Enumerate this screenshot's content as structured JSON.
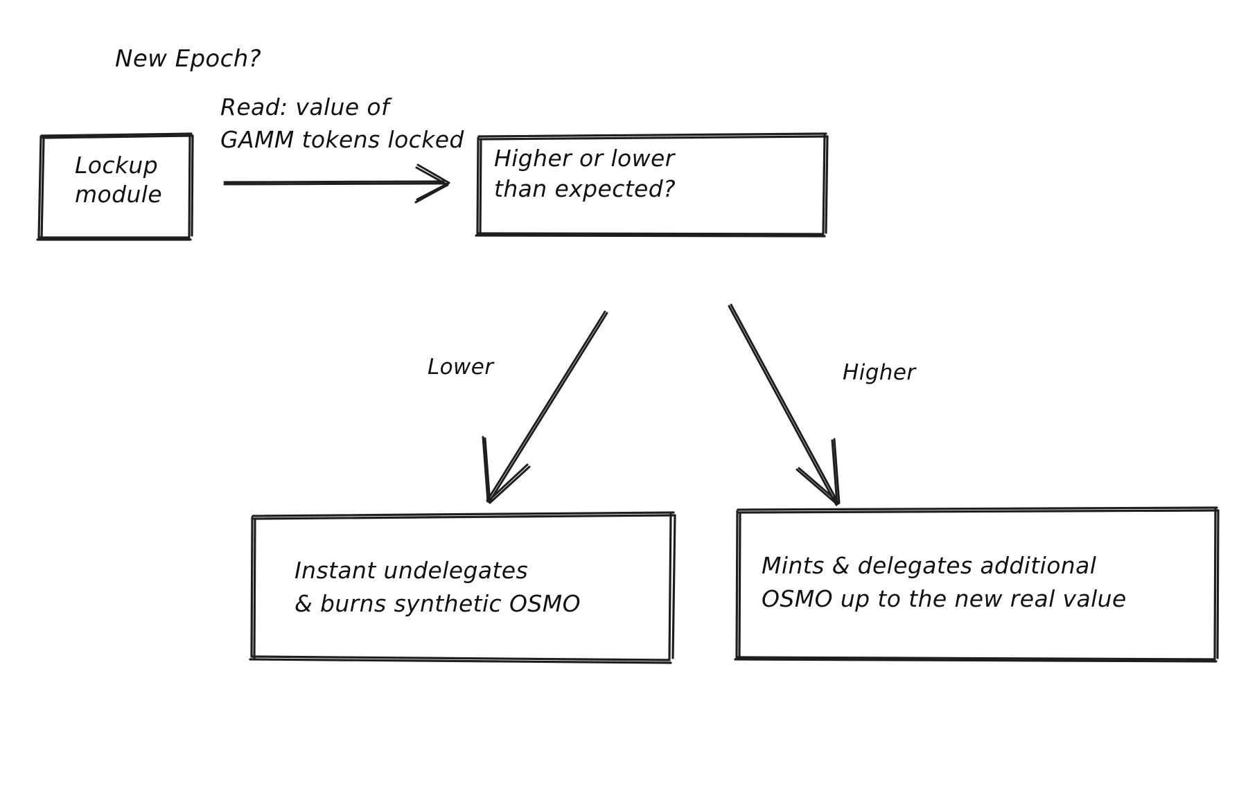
{
  "diagram": {
    "type": "flowchart",
    "style": "hand-drawn-sketch",
    "background_color": "#ffffff",
    "stroke_color": "#1e1e1e",
    "text_color": "#111111",
    "title": "New Epoch?",
    "nodes": [
      {
        "id": "lockup-module",
        "label_lines": [
          "Lockup",
          "module"
        ],
        "shape": "rectangle"
      },
      {
        "id": "decision",
        "label_lines": [
          "Higher or lower",
          "than expected?"
        ],
        "shape": "rectangle"
      },
      {
        "id": "lower-outcome",
        "label_lines": [
          "Instant undelegates",
          "& burns synthetic OSMO"
        ],
        "shape": "rectangle"
      },
      {
        "id": "higher-outcome",
        "label_lines": [
          "Mints & delegates additional",
          "OSMO up to the new real value"
        ],
        "shape": "rectangle"
      }
    ],
    "edges": [
      {
        "id": "edge-read",
        "from": "lockup-module",
        "to": "decision",
        "label_lines": [
          "Read: value of",
          "GAMM tokens locked"
        ],
        "direction": "right"
      },
      {
        "id": "edge-lower",
        "from": "decision",
        "to": "lower-outcome",
        "label": "Lower",
        "direction": "down-left"
      },
      {
        "id": "edge-higher",
        "from": "decision",
        "to": "higher-outcome",
        "label": "Higher",
        "direction": "down-right"
      }
    ]
  }
}
